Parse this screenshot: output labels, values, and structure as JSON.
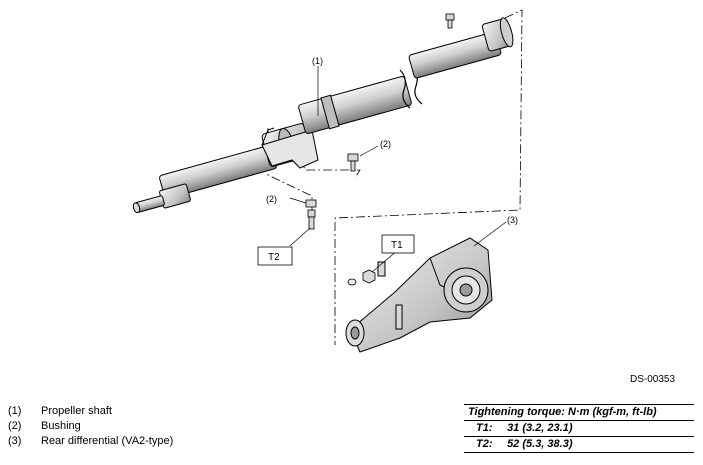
{
  "callouts": {
    "shaft": "(1)",
    "bushing_upper": "(2)",
    "bushing_lower": "(2)",
    "differential": "(3)"
  },
  "boxes": {
    "t1": "T1",
    "t2": "T2"
  },
  "figure_id": "DS-00353",
  "legend": [
    {
      "num": "(1)",
      "label": "Propeller shaft"
    },
    {
      "num": "(2)",
      "label": "Bushing"
    },
    {
      "num": "(3)",
      "label": "Rear differential (VA2-type)"
    }
  ],
  "torque": {
    "heading": "Tightening torque: N·m (kgf-m, ft-lb)",
    "items": [
      {
        "key": "T1:",
        "value": "31 (3.2, 23.1)"
      },
      {
        "key": "T2:",
        "value": "52 (5.3, 38.3)"
      }
    ]
  }
}
